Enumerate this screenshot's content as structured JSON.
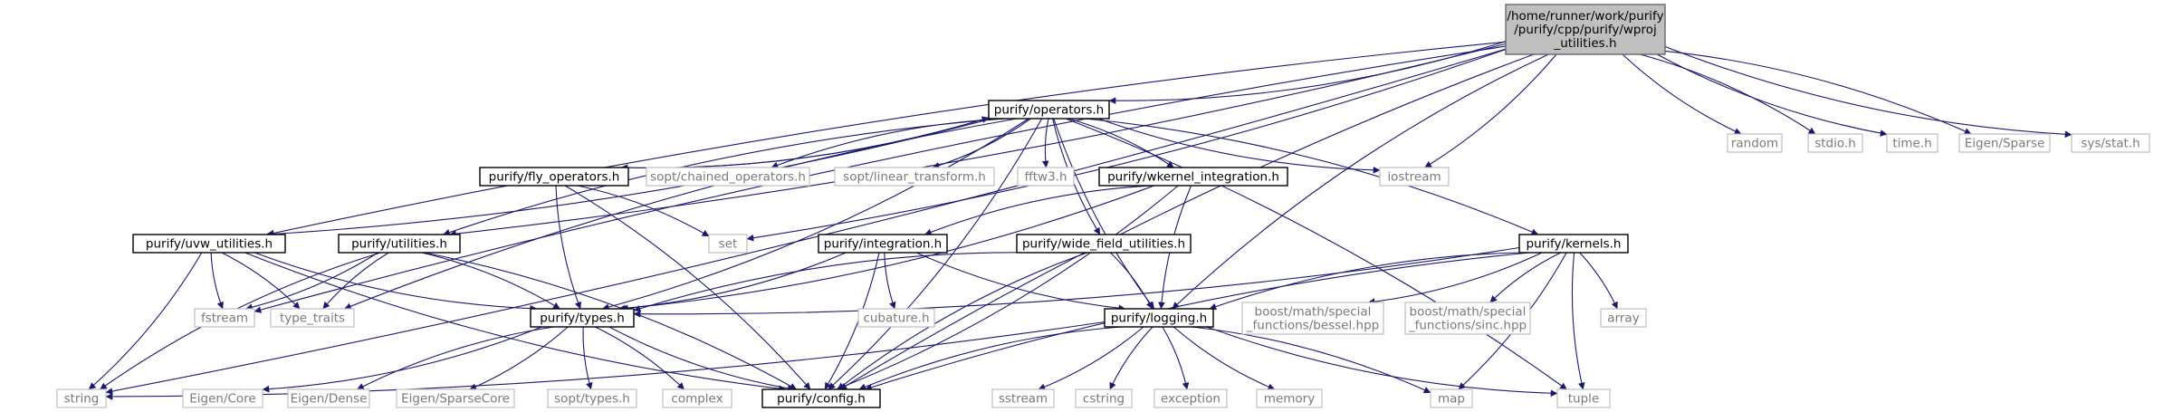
{
  "title": "/home/runner/work/purify/purify/cpp/purify/wproj_utilities.h",
  "nodes": [
    {
      "id": "root",
      "lines": [
        "/home/runner/work/purify",
        "/purify/cpp/purify/wproj",
        "_utilities.h"
      ],
      "kind": "root"
    },
    {
      "id": "operators",
      "lines": [
        "purify/operators.h"
      ],
      "kind": "doc"
    },
    {
      "id": "random",
      "lines": [
        "random"
      ],
      "kind": "ext"
    },
    {
      "id": "stdio",
      "lines": [
        "stdio.h"
      ],
      "kind": "ext"
    },
    {
      "id": "time",
      "lines": [
        "time.h"
      ],
      "kind": "ext"
    },
    {
      "id": "eigen_sparse",
      "lines": [
        "Eigen/Sparse"
      ],
      "kind": "ext"
    },
    {
      "id": "sysstat",
      "lines": [
        "sys/stat.h"
      ],
      "kind": "ext"
    },
    {
      "id": "fly_ops",
      "lines": [
        "purify/fly_operators.h"
      ],
      "kind": "doc"
    },
    {
      "id": "chained",
      "lines": [
        "sopt/chained_operators.h"
      ],
      "kind": "ext"
    },
    {
      "id": "lintrans",
      "lines": [
        "sopt/linear_transform.h"
      ],
      "kind": "ext"
    },
    {
      "id": "fftw3",
      "lines": [
        "fftw3.h"
      ],
      "kind": "ext"
    },
    {
      "id": "wkernel",
      "lines": [
        "purify/wkernel_integration.h"
      ],
      "kind": "doc"
    },
    {
      "id": "iostream",
      "lines": [
        "iostream"
      ],
      "kind": "ext"
    },
    {
      "id": "uvw",
      "lines": [
        "purify/uvw_utilities.h"
      ],
      "kind": "doc"
    },
    {
      "id": "utilities",
      "lines": [
        "purify/utilities.h"
      ],
      "kind": "doc"
    },
    {
      "id": "set",
      "lines": [
        "set"
      ],
      "kind": "ext"
    },
    {
      "id": "integration",
      "lines": [
        "purify/integration.h"
      ],
      "kind": "doc"
    },
    {
      "id": "widefield",
      "lines": [
        "purify/wide_field_utilities.h"
      ],
      "kind": "doc"
    },
    {
      "id": "kernels",
      "lines": [
        "purify/kernels.h"
      ],
      "kind": "doc"
    },
    {
      "id": "fstream",
      "lines": [
        "fstream"
      ],
      "kind": "ext"
    },
    {
      "id": "typetraits",
      "lines": [
        "type_traits"
      ],
      "kind": "ext"
    },
    {
      "id": "types",
      "lines": [
        "purify/types.h"
      ],
      "kind": "doc"
    },
    {
      "id": "cubature",
      "lines": [
        "cubature.h"
      ],
      "kind": "ext"
    },
    {
      "id": "logging",
      "lines": [
        "purify/logging.h"
      ],
      "kind": "doc"
    },
    {
      "id": "bessel",
      "lines": [
        "boost/math/special",
        "_functions/bessel.hpp"
      ],
      "kind": "ext"
    },
    {
      "id": "sinc",
      "lines": [
        "boost/math/special",
        "_functions/sinc.hpp"
      ],
      "kind": "ext"
    },
    {
      "id": "array",
      "lines": [
        "array"
      ],
      "kind": "ext"
    },
    {
      "id": "string",
      "lines": [
        "string"
      ],
      "kind": "ext"
    },
    {
      "id": "eigencore",
      "lines": [
        "Eigen/Core"
      ],
      "kind": "ext"
    },
    {
      "id": "eigendense",
      "lines": [
        "Eigen/Dense"
      ],
      "kind": "ext"
    },
    {
      "id": "eigensparsecore",
      "lines": [
        "Eigen/SparseCore"
      ],
      "kind": "ext"
    },
    {
      "id": "sopttypes",
      "lines": [
        "sopt/types.h"
      ],
      "kind": "ext"
    },
    {
      "id": "complex",
      "lines": [
        "complex"
      ],
      "kind": "ext"
    },
    {
      "id": "config",
      "lines": [
        "purify/config.h"
      ],
      "kind": "doc"
    },
    {
      "id": "sstream",
      "lines": [
        "sstream"
      ],
      "kind": "ext"
    },
    {
      "id": "cstring",
      "lines": [
        "cstring"
      ],
      "kind": "ext"
    },
    {
      "id": "exception",
      "lines": [
        "exception"
      ],
      "kind": "ext"
    },
    {
      "id": "memory",
      "lines": [
        "memory"
      ],
      "kind": "ext"
    },
    {
      "id": "map",
      "lines": [
        "map"
      ],
      "kind": "ext"
    },
    {
      "id": "tuple",
      "lines": [
        "tuple"
      ],
      "kind": "ext"
    }
  ],
  "edges": [
    [
      "root",
      "operators"
    ],
    [
      "root",
      "random"
    ],
    [
      "root",
      "stdio"
    ],
    [
      "root",
      "time"
    ],
    [
      "root",
      "eigen_sparse"
    ],
    [
      "root",
      "sysstat"
    ],
    [
      "root",
      "iostream"
    ],
    [
      "root",
      "uvw"
    ],
    [
      "root",
      "utilities"
    ],
    [
      "root",
      "fstream"
    ],
    [
      "root",
      "string"
    ],
    [
      "root",
      "config"
    ],
    [
      "root",
      "set"
    ],
    [
      "root",
      "logging"
    ],
    [
      "operators",
      "fly_ops"
    ],
    [
      "operators",
      "chained"
    ],
    [
      "operators",
      "lintrans"
    ],
    [
      "operators",
      "fftw3"
    ],
    [
      "operators",
      "wkernel"
    ],
    [
      "operators",
      "iostream"
    ],
    [
      "operators",
      "uvw"
    ],
    [
      "operators",
      "utilities"
    ],
    [
      "operators",
      "types"
    ],
    [
      "operators",
      "typetraits"
    ],
    [
      "operators",
      "config"
    ],
    [
      "operators",
      "logging"
    ],
    [
      "operators",
      "kernels"
    ],
    [
      "operators",
      "widefield"
    ],
    [
      "operators",
      "tuple"
    ],
    [
      "fly_ops",
      "operators"
    ],
    [
      "fly_ops",
      "set"
    ],
    [
      "fly_ops",
      "types"
    ],
    [
      "fly_ops",
      "config"
    ],
    [
      "wkernel",
      "integration"
    ],
    [
      "wkernel",
      "types"
    ],
    [
      "wkernel",
      "logging"
    ],
    [
      "wkernel",
      "config"
    ],
    [
      "uvw",
      "fstream"
    ],
    [
      "uvw",
      "typetraits"
    ],
    [
      "uvw",
      "types"
    ],
    [
      "uvw",
      "string"
    ],
    [
      "uvw",
      "config"
    ],
    [
      "utilities",
      "fstream"
    ],
    [
      "utilities",
      "typetraits"
    ],
    [
      "utilities",
      "types"
    ],
    [
      "utilities",
      "string"
    ],
    [
      "utilities",
      "config"
    ],
    [
      "integration",
      "cubature"
    ],
    [
      "integration",
      "types"
    ],
    [
      "integration",
      "logging"
    ],
    [
      "integration",
      "config"
    ],
    [
      "widefield",
      "types"
    ],
    [
      "widefield",
      "logging"
    ],
    [
      "widefield",
      "config"
    ],
    [
      "kernels",
      "types"
    ],
    [
      "kernels",
      "logging"
    ],
    [
      "kernels",
      "bessel"
    ],
    [
      "kernels",
      "sinc"
    ],
    [
      "kernels",
      "array"
    ],
    [
      "kernels",
      "tuple"
    ],
    [
      "kernels",
      "map"
    ],
    [
      "kernels",
      "config"
    ],
    [
      "types",
      "eigencore"
    ],
    [
      "types",
      "eigendense"
    ],
    [
      "types",
      "eigensparsecore"
    ],
    [
      "types",
      "sopttypes"
    ],
    [
      "types",
      "complex"
    ],
    [
      "types",
      "config"
    ],
    [
      "logging",
      "string"
    ],
    [
      "logging",
      "config"
    ],
    [
      "logging",
      "sstream"
    ],
    [
      "logging",
      "cstring"
    ],
    [
      "logging",
      "exception"
    ],
    [
      "logging",
      "memory"
    ],
    [
      "logging",
      "map"
    ],
    [
      "logging",
      "tuple"
    ]
  ]
}
